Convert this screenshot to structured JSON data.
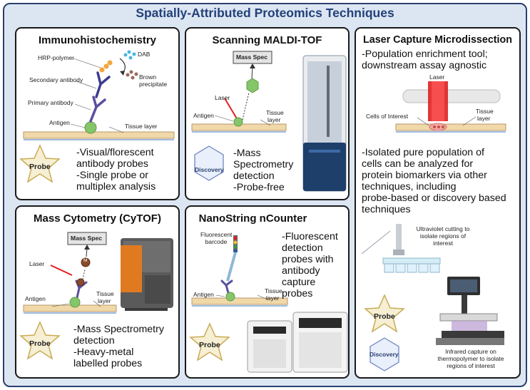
{
  "title": "Spatially-Attributed Proteomics Techniques",
  "badges": {
    "probe": "Probe",
    "discovery": "Discovery"
  },
  "ihc": {
    "title": "Immunohistochemistry",
    "labels": {
      "hrp": "HRP-polymer",
      "dab": "DAB",
      "brown1": "Brown",
      "brown2": "precipitate",
      "secondary": "Secondary antibody",
      "primary": "Primary antibody",
      "antigen": "Antigen",
      "tissue": "Tissue layer"
    },
    "lines": [
      "-Visual/florescent",
      "antibody probes",
      "-Single probe or",
      "multiplex analysis"
    ]
  },
  "maldi": {
    "title": "Scanning MALDI-TOF",
    "labels": {
      "massspec": "Mass Spec",
      "laser": "Laser",
      "antigen": "Antigen",
      "tissue1": "Tissue",
      "tissue2": "layer"
    },
    "lines": [
      "-Mass",
      "Spectrometry",
      "detection",
      "-Probe-free"
    ]
  },
  "lcm": {
    "title": "Laser Capture Microdissection",
    "lines1": [
      "-Population enrichment tool;",
      "downstream assay agnostic"
    ],
    "labels": {
      "laser": "Laser",
      "cells": "Cells of Interest",
      "tissue1": "Tissue",
      "tissue2": "layer",
      "uv1": "Ultraviolet cutting to",
      "uv2": "isolate regions of",
      "uv3": "interest",
      "ir1": "Infrared capture on",
      "ir2": "thermopolymer to isolate",
      "ir3": "regions of interest"
    },
    "lines2": [
      "-Isolated pure population of",
      "cells can be analyzed for",
      "protein biomarkers via other",
      "techniques, including",
      "probe-based or discovery based",
      "techniques"
    ]
  },
  "cytof": {
    "title": "Mass Cytometry (CyTOF)",
    "labels": {
      "massspec": "Mass Spec",
      "laser": "Laser",
      "antigen": "Antigen",
      "tissue1": "Tissue",
      "tissue2": "layer",
      "m": "M"
    },
    "lines": [
      "-Mass Spectrometry",
      "detection",
      "-Heavy-metal",
      "labelled probes"
    ]
  },
  "nano": {
    "title": "NanoString nCounter",
    "labels": {
      "fluor1": "Fluorescent",
      "fluor2": "barcode",
      "antigen": "Antigen",
      "tissue1": "Tissue",
      "tissue2": "layer"
    },
    "lines": [
      "-Fluorescent",
      "detection",
      "probes with",
      "antibody",
      "capture",
      "probes"
    ]
  },
  "colors": {
    "frame": "#2a3f6e",
    "title": "#23407a",
    "probe_star": "#f6efd4",
    "star_stroke": "#c9ab55",
    "discovery_hex": "#e9effb",
    "hex_stroke": "#6d87c4",
    "tissue": "#f0d8a8",
    "antigen": "#86c66a",
    "antibody": "#5b4fa0",
    "laser": "#e02020"
  }
}
